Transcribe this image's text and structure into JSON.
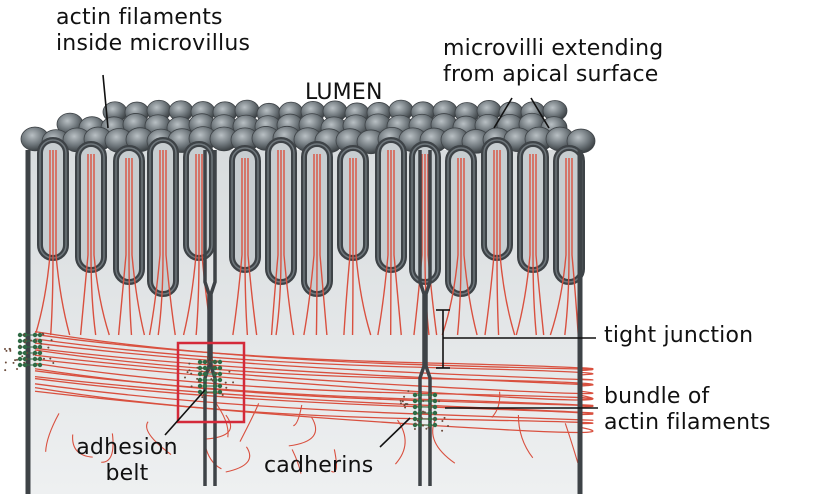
{
  "labels": {
    "actin_microvillus_line1": "actin filaments",
    "actin_microvillus_line2": "inside microvillus",
    "microvilli_line1": "microvilli extending",
    "microvilli_line2": "from apical surface",
    "lumen": "LUMEN",
    "tight_junction": "tight junction",
    "bundle_line1": "bundle of",
    "bundle_line2": "actin filaments",
    "adhesion_line1": "adhesion",
    "adhesion_line2": "belt",
    "cadherins": "cadherins"
  },
  "colors": {
    "membrane": "#3e4347",
    "membrane_light": "#6f777c",
    "cytoplasm": "#e3e6e8",
    "actin": "#d9503f",
    "cadherin": "#2f6b45",
    "highlight_box": "#d42a3a",
    "leader": "#111111"
  }
}
